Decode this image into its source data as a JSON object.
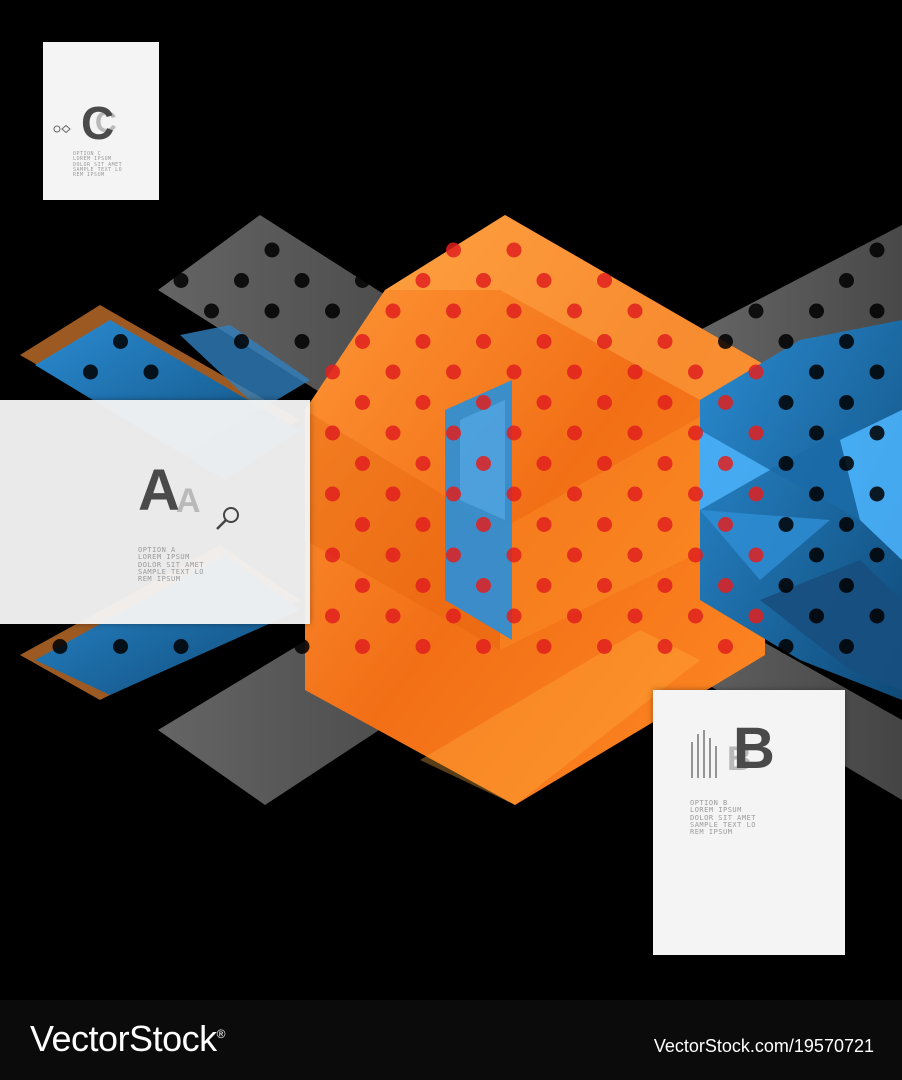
{
  "cards": {
    "c": {
      "letter": "C",
      "lines": [
        "OPTION C",
        "LOREM IPSUM",
        "DOLOR SIT AMET",
        "SAMPLE TEXT LO",
        "REM IPSUM"
      ]
    },
    "a": {
      "letter": "A",
      "lines": [
        "OPTION A",
        "LOREM IPSUM",
        "DOLOR SIT AMET",
        "SAMPLE TEXT LO",
        "REM IPSUM"
      ]
    },
    "b": {
      "letter": "B",
      "lines": [
        "OPTION B",
        "LOREM IPSUM",
        "DOLOR SIT AMET",
        "SAMPLE TEXT LO",
        "REM IPSUM"
      ]
    }
  },
  "icons": {
    "c": "circle-diamond-icon",
    "a": "magnifier-icon",
    "b": "vertical-lines-icon"
  },
  "colors": {
    "background": "#000000",
    "orange": "#f07a1e",
    "blue": "#1a6fa8",
    "grey": "#5e5e5e",
    "dot_on_orange": "#e0201e",
    "dot_on_other": "#000000"
  },
  "watermark": {
    "brand": "VectorStock",
    "registered": "®",
    "id_text": "VectorStock.com/19570721"
  }
}
